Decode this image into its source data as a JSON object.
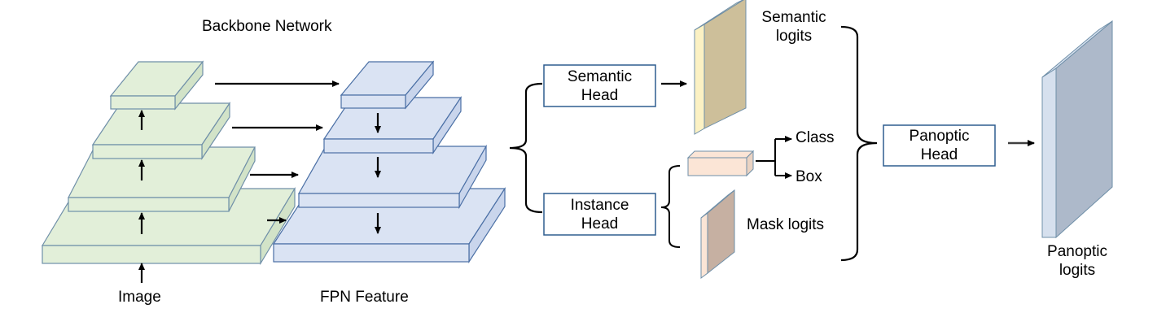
{
  "colors": {
    "backbone_top": "#e2efd9",
    "backbone_front": "#e2efd9",
    "backbone_side": "#d2e3c8",
    "backbone_stroke": "#6f8fa8",
    "fpn_top": "#dae3f3",
    "fpn_front": "#dae3f3",
    "fpn_side": "#c9d5ec",
    "fpn_stroke": "#4a6fa5",
    "head_box_stroke": "#2e5d8f",
    "semantic_logits_face": "#cdbf9a",
    "semantic_logits_side": "#fbf1c3",
    "class_box_fill": "#fbe5d6",
    "mask_logits_face": "#c6b0a2",
    "mask_logits_side": "#fbe5d6",
    "panoptic_logits_face": "#adb9ca",
    "panoptic_logits_side": "#d6e0ee",
    "arrow": "#000000"
  },
  "labels": {
    "backbone_network": "Backbone Network",
    "image": "Image",
    "fpn_feature": "FPN Feature",
    "semantic_head_line1": "Semantic",
    "semantic_head_line2": "Head",
    "instance_head_line1": "Instance",
    "instance_head_line2": "Head",
    "semantic_logits_line1": "Semantic",
    "semantic_logits_line2": "logits",
    "class": "Class",
    "box": "Box",
    "mask_logits": "Mask logits",
    "panoptic_head_line1": "Panoptic",
    "panoptic_head_line2": "Head",
    "panoptic_logits_line1": "Panoptic",
    "panoptic_logits_line2": "logits"
  },
  "icons": [
    "arrow-right-icon",
    "arrow-up-icon",
    "arrow-down-icon",
    "curly-brace-icon"
  ]
}
